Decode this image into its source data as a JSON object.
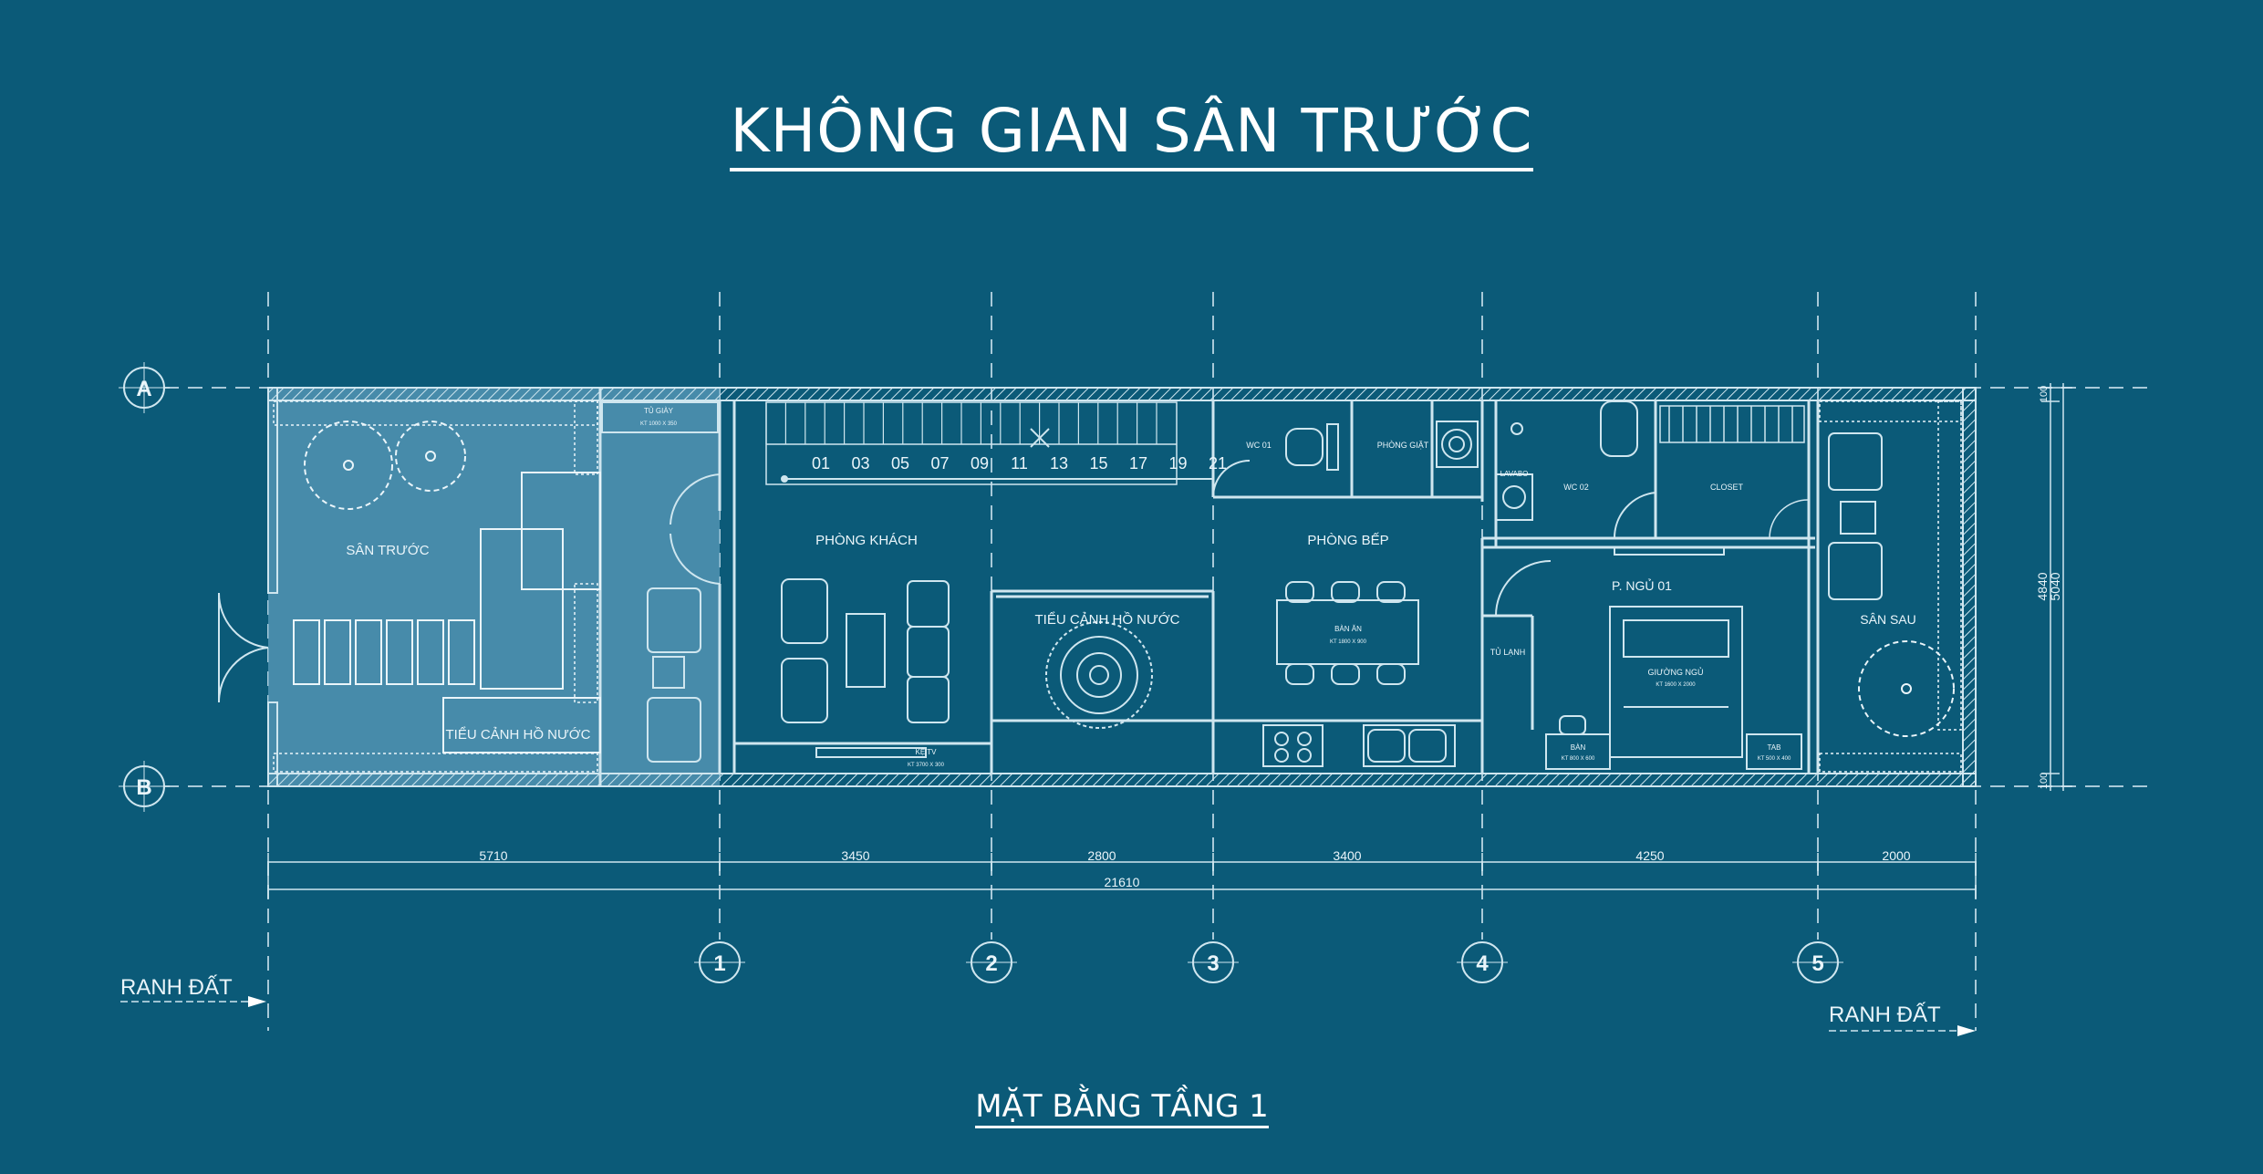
{
  "title": "KHÔNG GIAN SÂN TRƯỚC",
  "subtitle": "MẶT BẰNG TẦNG 1",
  "colors": {
    "background": "#0b5a78",
    "line": "#cfe6ef",
    "front_yard_fill": "#5c9cbb"
  },
  "grid_rows": [
    "A",
    "B"
  ],
  "grid_columns": [
    "1",
    "2",
    "3",
    "4",
    "5"
  ],
  "boundary_label": "RANH ĐẤT",
  "rooms": {
    "san_truoc": "SÂN TRƯỚC",
    "tieu_canh_front": "TIỂU CẢNH HỒ NƯỚC",
    "tu_giay": "TỦ GIÀY",
    "tu_giay_dim": "KT 1000 X 350",
    "phong_khach": "PHÒNG KHÁCH",
    "ke_tv": "KỆ TV",
    "ke_tv_dim": "KT 3700 X 300",
    "tieu_canh_center": "TIỂU CẢNH HỒ NƯỚC",
    "wc01": "WC 01",
    "phong_giat": "PHÒNG GIẶT",
    "phong_bep": "PHÒNG BẾP",
    "ban_an": "BÀN ĂN",
    "ban_an_dim": "KT 1800 X 900",
    "lavabo": "LAVABO",
    "wc02": "WC 02",
    "closet": "CLOSET",
    "p_ngu": "P. NGỦ 01",
    "tu_lanh": "TỦ LẠNH",
    "giuong_ngu": "GIƯỜNG NGỦ",
    "giuong_dim": "KT 1600 X 2000",
    "ban": "BÀN",
    "ban_dim": "KT 800 X 600",
    "tab": "TAB",
    "tab_dim": "KT 500 X 400",
    "san_sau": "SÂN SAU"
  },
  "stair_numbers": [
    "01",
    "03",
    "05",
    "07",
    "09",
    "11",
    "13",
    "15",
    "17",
    "19",
    "21"
  ],
  "dimensions": {
    "segments": [
      "5710",
      "3450",
      "2800",
      "3400",
      "4250",
      "2000"
    ],
    "total": "21610",
    "vertical_inner": "4840",
    "vertical_outer": "5040",
    "vertical_small": "100"
  }
}
